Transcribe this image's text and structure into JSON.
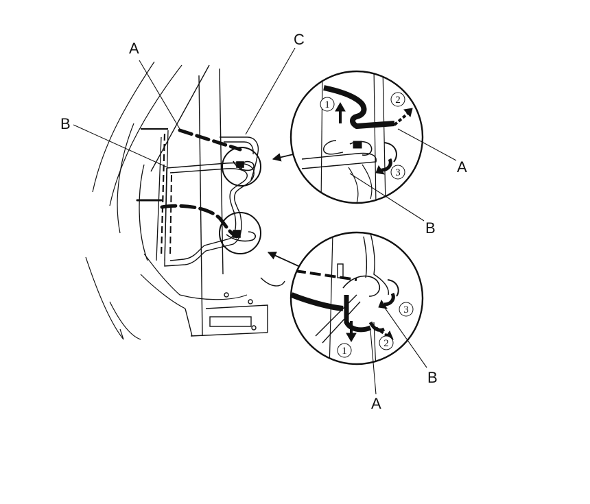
{
  "callouts": {
    "main_a": "A",
    "main_b": "B",
    "main_c": "C",
    "top_detail_a": "A",
    "top_detail_b": "B",
    "bottom_detail_a": "A",
    "bottom_detail_b": "B"
  },
  "steps": {
    "top": [
      "1",
      "2",
      "3"
    ],
    "bottom": [
      "1",
      "2",
      "3"
    ]
  },
  "colors": {
    "ink": "#111111",
    "background": "#ffffff"
  }
}
